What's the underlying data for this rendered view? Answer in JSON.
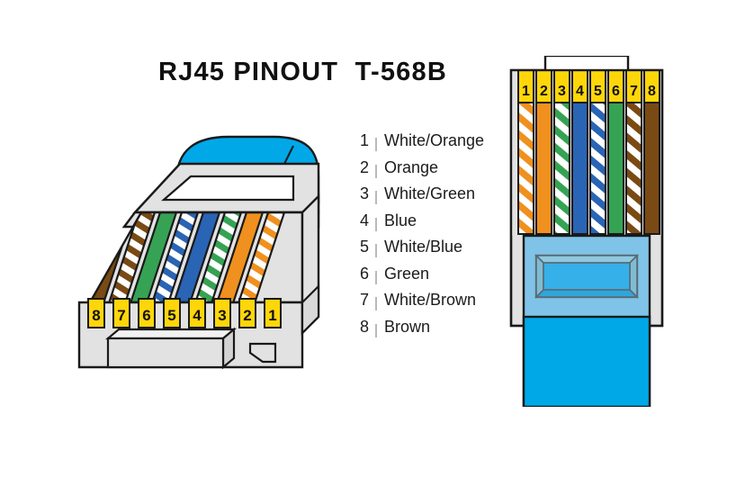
{
  "title": "RJ45 PINOUT  T-568B",
  "legend": {
    "rows": [
      {
        "pin": "1",
        "label": "White/Orange"
      },
      {
        "pin": "2",
        "label": "Orange"
      },
      {
        "pin": "3",
        "label": "White/Green"
      },
      {
        "pin": "4",
        "label": "Blue"
      },
      {
        "pin": "5",
        "label": "White/Blue"
      },
      {
        "pin": "6",
        "label": "Green"
      },
      {
        "pin": "7",
        "label": "White/Brown"
      },
      {
        "pin": "8",
        "label": "Brown"
      }
    ]
  },
  "left_connector": {
    "name": "RJ45 plug perspective view, clip side",
    "pin_order": [
      "8",
      "7",
      "6",
      "5",
      "4",
      "3",
      "2",
      "1"
    ],
    "wire_order": [
      "Brown",
      "White/Brown",
      "Green",
      "White/Blue",
      "Blue",
      "White/Green",
      "Orange",
      "White/Orange"
    ]
  },
  "right_connector": {
    "name": "RJ45 plug front view",
    "pin_order": [
      "1",
      "2",
      "3",
      "4",
      "5",
      "6",
      "7",
      "8"
    ],
    "wire_order": [
      "White/Orange",
      "Orange",
      "White/Green",
      "Blue",
      "White/Blue",
      "Green",
      "White/Brown",
      "Brown"
    ]
  },
  "colors": {
    "orange": "#F0901E",
    "green": "#35A353",
    "blue": "#2A64B4",
    "brown": "#7A4A14",
    "white": "#FFFFFF",
    "yellow": "#FFD60A",
    "gray_body": "#E2E2E2",
    "gray_mid": "#D3D3D3",
    "gray_dark": "#BDBDBD",
    "cyan_cable": "#00A8E8",
    "blue_boot": "#7FC4E8",
    "blue_window": "#35B0E8",
    "outline": "#1A1A1A",
    "text": "#1B1B1B",
    "separator": "#B9B9B9"
  }
}
